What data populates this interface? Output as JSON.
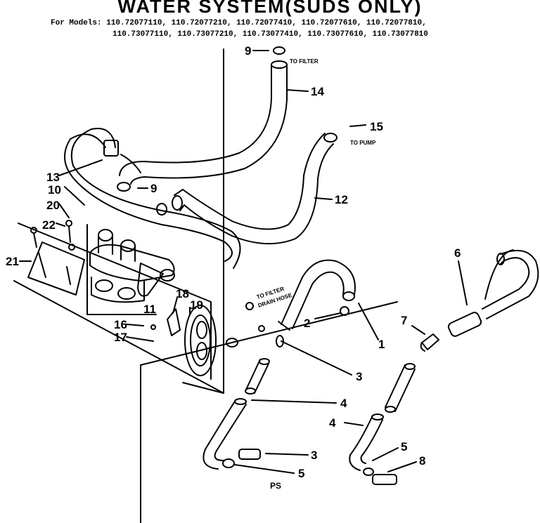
{
  "title": "WATER SYSTEM(SUDS ONLY)",
  "models_prefix": "For Models:",
  "models_line_1": "110.72077110, 110.72077210, 110.72077410, 110.72077610, 110.72077810,",
  "models_line_2": "110.73077110, 110.73077210, 110.73077410, 110.73077610, 110.73077810",
  "annotations": {
    "to_filter_top": "TO FILTER",
    "to_pump": "TO PUMP",
    "to_filter_drain_1": "TO FILTER",
    "to_filter_drain_2": "DRAIN HOSE",
    "ps": "PS"
  },
  "callouts": [
    "9",
    "14",
    "15",
    "12",
    "13",
    "9",
    "10",
    "20",
    "22",
    "21",
    "11",
    "16",
    "17",
    "18",
    "19",
    "2",
    "1",
    "3",
    "4",
    "3",
    "5",
    "6",
    "7",
    "4",
    "5",
    "8"
  ],
  "colors": {
    "ink": "#000000",
    "paper": "#ffffff"
  }
}
